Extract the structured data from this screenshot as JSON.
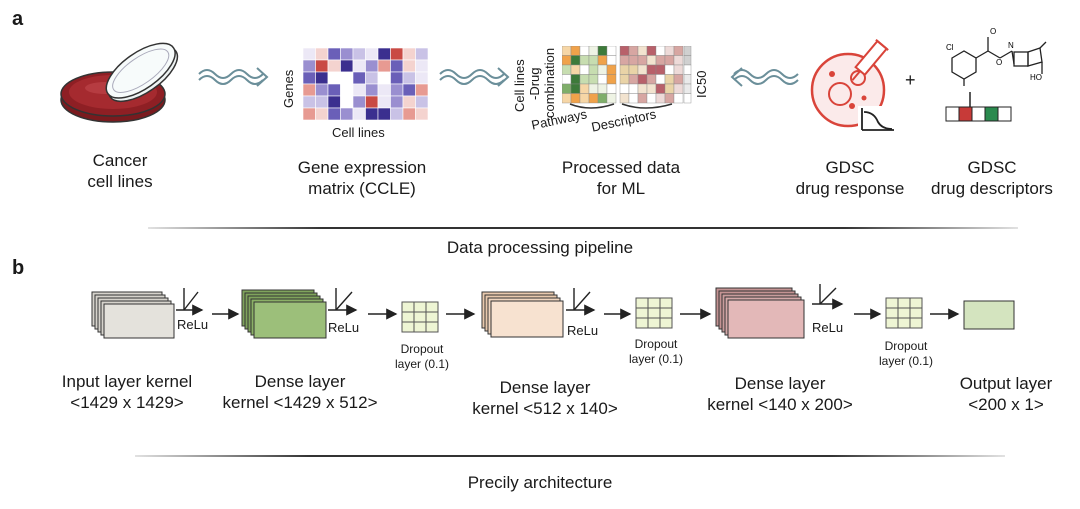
{
  "panel_a": {
    "label": "a",
    "cancer": "Cancer\ncell lines",
    "gene_axis_y": "Genes",
    "gene_axis_x": "Cell lines",
    "gene_caption": "Gene expression\nmatrix (CCLE)",
    "proc_axis_1": "Cell lines",
    "proc_axis_2": "-Drug",
    "proc_axis_3": "combination",
    "proc_ic50": "IC50",
    "proc_pathways": "Pathways",
    "proc_descriptors": "Descriptors",
    "proc_caption": "Processed data\nfor ML",
    "plus": "+",
    "gdsc_resp": "GDSC\ndrug response",
    "gdsc_desc": "GDSC\ndrug descriptors",
    "pipeline_title": "Data processing pipeline"
  },
  "panel_b": {
    "label": "b",
    "relu": "ReLu",
    "dropout": "Dropout\nlayer (0.1)",
    "input_layer": "Input layer kernel\n<1429 x 1429>",
    "dense1": "Dense layer\nkernel <1429 x 512>",
    "dense2": "Dense layer\nkernel <512 x 140>",
    "dense3": "Dense layer\nkernel <140 x 200>",
    "output_layer": "Output layer\n<200 x 1>",
    "arch_title": "Precily architecture"
  },
  "colors": {
    "input_face": "#e4e2dc",
    "dense1_face": "#9cbf7a",
    "dense2_face": "#f7e2d0",
    "dense3_face": "#e3b8b8",
    "output_face": "#d4e4bf",
    "dropout_face": "#eef5d4",
    "red_accent": "#d9443a",
    "wavy": "#6b8f9a"
  }
}
